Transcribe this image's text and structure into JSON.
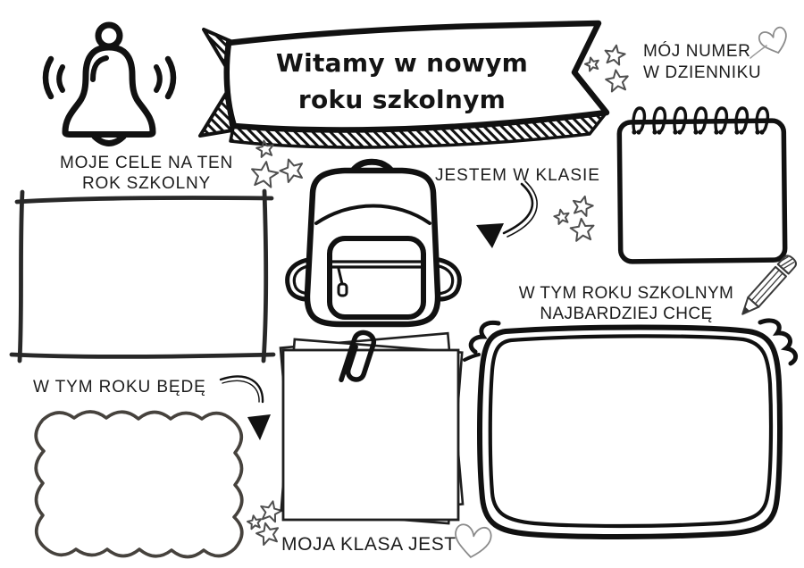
{
  "page": {
    "background": "#ffffff",
    "ink": "#121212",
    "doodle_gray": "#555555"
  },
  "banner": {
    "line1": "Witamy w nowym",
    "line2": "roku szkolnym"
  },
  "sections": {
    "goals": {
      "label_line1": "MOJE CELE NA TEN",
      "label_line2": "ROK SZKOLNY",
      "value": ""
    },
    "klasie": {
      "label": "JESTEM W KLASIE",
      "value": ""
    },
    "journal": {
      "label_line1": "MÓJ NUMER",
      "label_line2": "W DZIENNIKU",
      "value": ""
    },
    "wish": {
      "label_line1": "W TYM ROKU SZKOLNYM",
      "label_line2": "NAJBARDZIEJ CHCĘ",
      "value": ""
    },
    "willbe": {
      "label": "W TYM ROKU BĘDĘ",
      "value": ""
    },
    "myclass": {
      "label": "MOJA KLASA JEST",
      "value": ""
    }
  },
  "icons": [
    "bell-icon",
    "banner-ribbon",
    "star-doodle",
    "heart-doodle",
    "backpack-icon",
    "spiral-notepad",
    "curved-arrow",
    "pencil-icon",
    "paperclip-icon",
    "squiggle-accent",
    "scalloped-frame",
    "paper-stack"
  ]
}
